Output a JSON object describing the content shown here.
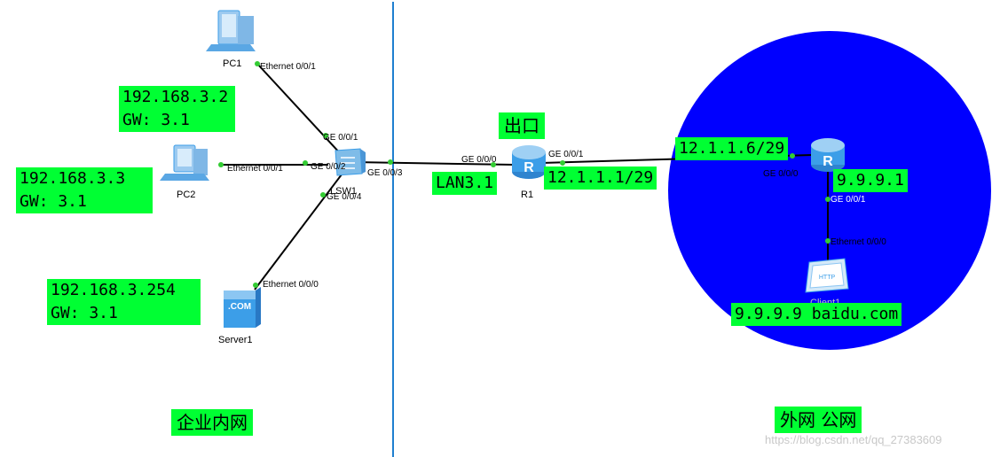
{
  "zones": {
    "intranet_label": "企业内网",
    "extranet_label": "外网 公网",
    "exit_label": "出口"
  },
  "devices": {
    "pc1": "PC1",
    "pc2": "PC2",
    "server1": "Server1",
    "lsw1": "LSW1",
    "r1": "R1",
    "client1": "Client1",
    "server_badge": ".COM",
    "client_badge": "HTTP"
  },
  "ports": {
    "pc1_eth": "Ethernet 0/0/1",
    "pc2_eth": "Ethernet 0/0/1",
    "server1_eth": "Ethernet 0/0/0",
    "lsw_ge1": "GE 0/0/1",
    "lsw_ge2": "GE 0/0/2",
    "lsw_ge3": "GE 0/0/3",
    "lsw_ge4": "GE 0/0/4",
    "r1_ge0": "GE 0/0/0",
    "r1_ge1": "GE 0/0/1",
    "r2_ge0": "GE 0/0/0",
    "r2_ge1": "GE 0/0/1",
    "client_eth": "Ethernet 0/0/0"
  },
  "addresses": {
    "pc1_ip": "192.168.3.2",
    "pc1_gw": "GW: 3.1",
    "pc2_ip": "192.168.3.3",
    "pc2_gw": "GW: 3.1",
    "server_ip": "192.168.3.254",
    "server_gw": "GW: 3.1",
    "r1_lan": "LAN3.1",
    "r1_wan": "12.1.1.1/29",
    "r2_wan": "12.1.1.6/29",
    "r2_lan": "9.9.9.1",
    "client_ip": "9.9.9.9 baidu.com"
  },
  "watermark": "https://blog.csdn.net/qq_27383609",
  "colors": {
    "highlight": "#00ff33",
    "internet_circle": "#0000ff",
    "divider": "#1f7fd0",
    "device": "#3c9ee8"
  }
}
